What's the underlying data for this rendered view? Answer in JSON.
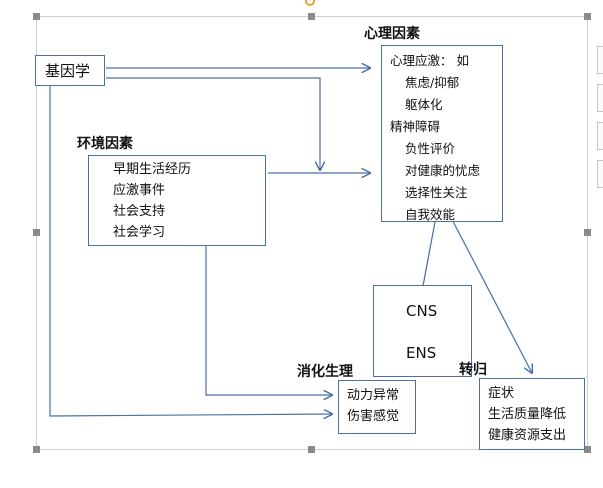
{
  "nodes": {
    "genetics": {
      "label": "基因学"
    },
    "psych": {
      "heading": "心理因素",
      "lines": [
        "心理应激：  如",
        "焦虑/抑郁",
        "躯体化",
        "精神障碍",
        "负性评价",
        "对健康的忧虑",
        "选择性关注",
        "自我效能"
      ]
    },
    "env": {
      "heading": "环境因素",
      "lines": [
        "早期生活经历",
        "应激事件",
        "社会支持",
        "社会学习"
      ]
    },
    "cns_ens": {
      "top": "CNS",
      "bottom": "ENS"
    },
    "digest": {
      "heading": "消化生理",
      "lines": [
        "动力异常",
        "伤害感觉"
      ]
    },
    "outcome": {
      "heading": "转归",
      "lines": [
        "症状",
        "生活质量降低",
        "健康资源支出"
      ]
    }
  },
  "colors": {
    "arrow": "#4a6fa5",
    "border": "#4a6fa5",
    "handle": "#8a8a8a"
  }
}
